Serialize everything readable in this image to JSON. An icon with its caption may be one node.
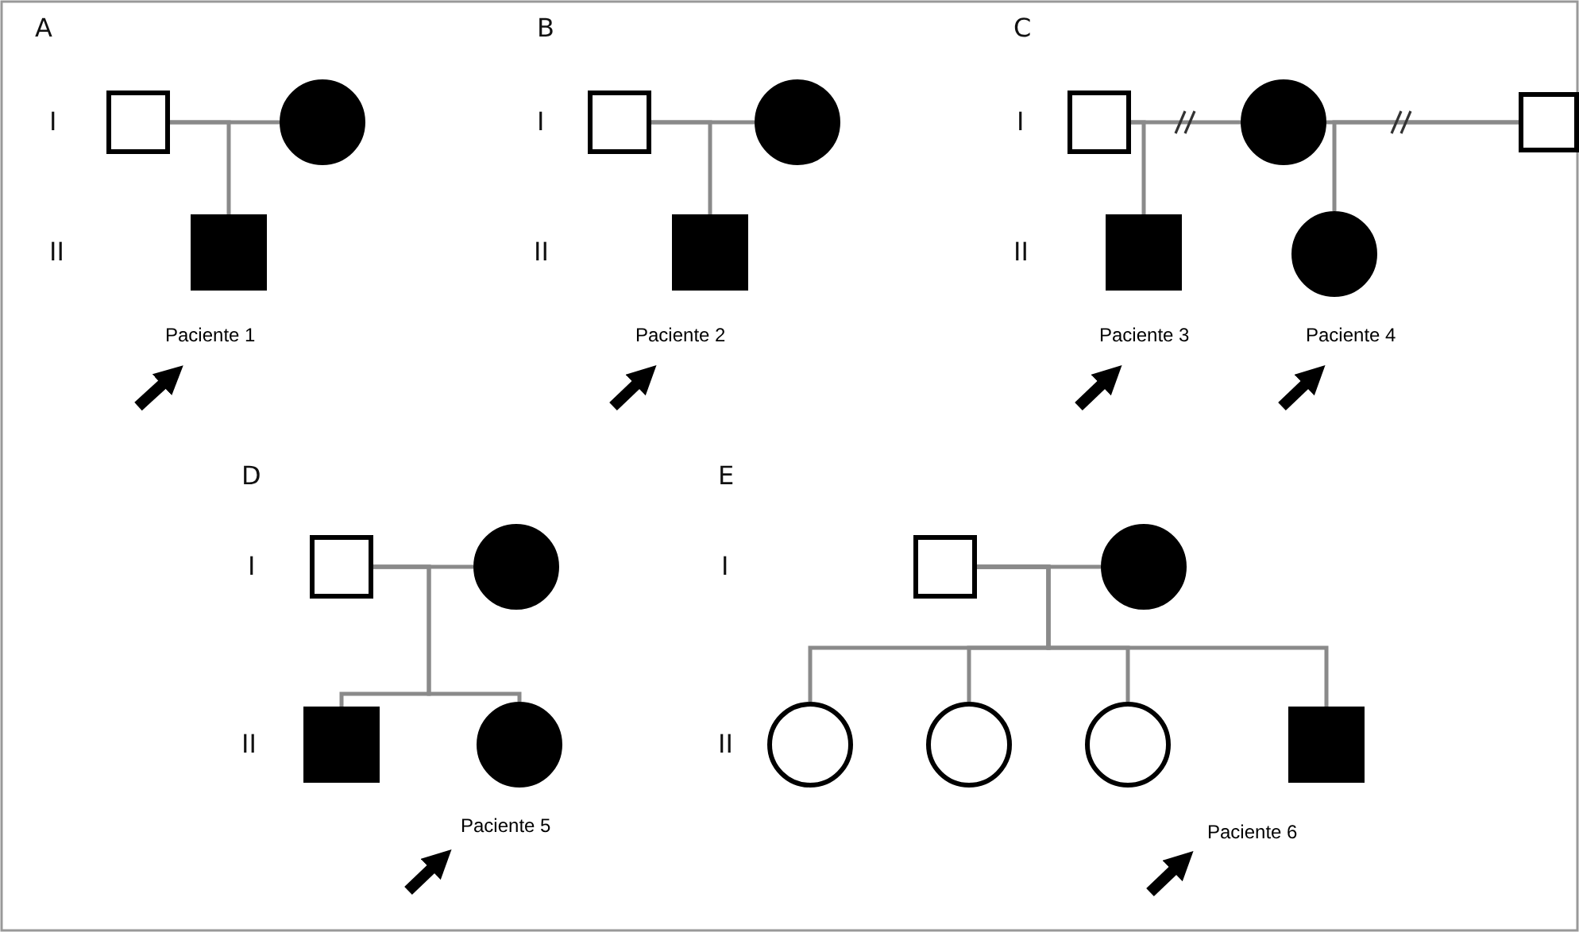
{
  "diagram": {
    "nodes": [
      {
        "text": [],
        "shape": "box"
      },
      {
        "text": [],
        "shape": "circle"
      },
      {
        "text": [],
        "shape": "box",
        "beside": [
          "Paciente 1"
        ]
      },
      {
        "text": [],
        "shape": "box"
      },
      {
        "text": [],
        "shape": "circle"
      },
      {
        "text": [],
        "shape": "box",
        "beside": [
          "Paciente 2"
        ]
      },
      {
        "text": [],
        "shape": "box"
      },
      {
        "text": [],
        "shape": "circle"
      },
      {
        "text": [],
        "shape": "box"
      },
      {
        "text": [],
        "shape": "box",
        "beside": [
          "Paciente 3"
        ]
      },
      {
        "text": [],
        "shape": "circle",
        "beside": [
          "Paciente 4"
        ]
      },
      {
        "text": [],
        "shape": "box"
      },
      {
        "text": [],
        "shape": "circle"
      },
      {
        "text": [],
        "shape": "box"
      },
      {
        "text": [],
        "shape": "circle",
        "beside": [
          "Paciente 5"
        ]
      },
      {
        "text": [],
        "shape": "box"
      },
      {
        "text": [],
        "shape": "circle"
      },
      {
        "text": [],
        "shape": "circle"
      },
      {
        "text": [],
        "shape": "circle"
      },
      {
        "text": [],
        "shape": "circle"
      },
      {
        "text": [],
        "shape": "box",
        "beside": [
          "Paciente 6"
        ]
      }
    ],
    "edges": [
      {
        "from": 0,
        "to": 1,
        "arrow": "none"
      },
      {
        "from": 0,
        "to": 2,
        "arrow": "none"
      },
      {
        "from": 3,
        "to": 4,
        "arrow": "none"
      },
      {
        "from": 3,
        "to": 5,
        "arrow": "none"
      },
      {
        "from": 6,
        "to": 7,
        "arrow": "none"
      },
      {
        "from": 7,
        "to": 8,
        "arrow": "none"
      },
      {
        "from": 6,
        "to": 9,
        "arrow": "none"
      },
      {
        "from": 8,
        "to": 10,
        "arrow": "none"
      },
      {
        "from": 11,
        "to": 12,
        "arrow": "none"
      },
      {
        "from": 11,
        "to": 13,
        "arrow": "none"
      },
      {
        "from": 11,
        "to": 14,
        "arrow": "none"
      },
      {
        "from": 15,
        "to": 16,
        "arrow": "none"
      },
      {
        "from": 15,
        "to": 17,
        "arrow": "none"
      },
      {
        "from": 15,
        "to": 18,
        "arrow": "none"
      },
      {
        "from": 15,
        "to": 19,
        "arrow": "none"
      },
      {
        "from": 15,
        "to": 20,
        "arrow": "none"
      },
      {
        "from": null,
        "to": 2,
        "arrow": "to",
        "style": "thick",
        "color": "#000000"
      },
      {
        "from": null,
        "to": 5,
        "arrow": "to",
        "style": "thick",
        "color": "#000000"
      },
      {
        "from": null,
        "to": 9,
        "arrow": "to",
        "style": "thick",
        "color": "#000000"
      },
      {
        "from": null,
        "to": 10,
        "arrow": "to",
        "style": "thick",
        "color": "#000000"
      },
      {
        "from": null,
        "to": 14,
        "arrow": "to",
        "style": "thick",
        "color": "#000000"
      },
      {
        "from": null,
        "to": 20,
        "arrow": "to",
        "style": "thick",
        "color": "#000000"
      }
    ],
    "labels": [
      "A",
      "I",
      "II",
      "B",
      "I",
      "II",
      "C",
      "I",
      "II",
      "D",
      "I",
      "II",
      "E",
      "I",
      "II"
    ]
  }
}
